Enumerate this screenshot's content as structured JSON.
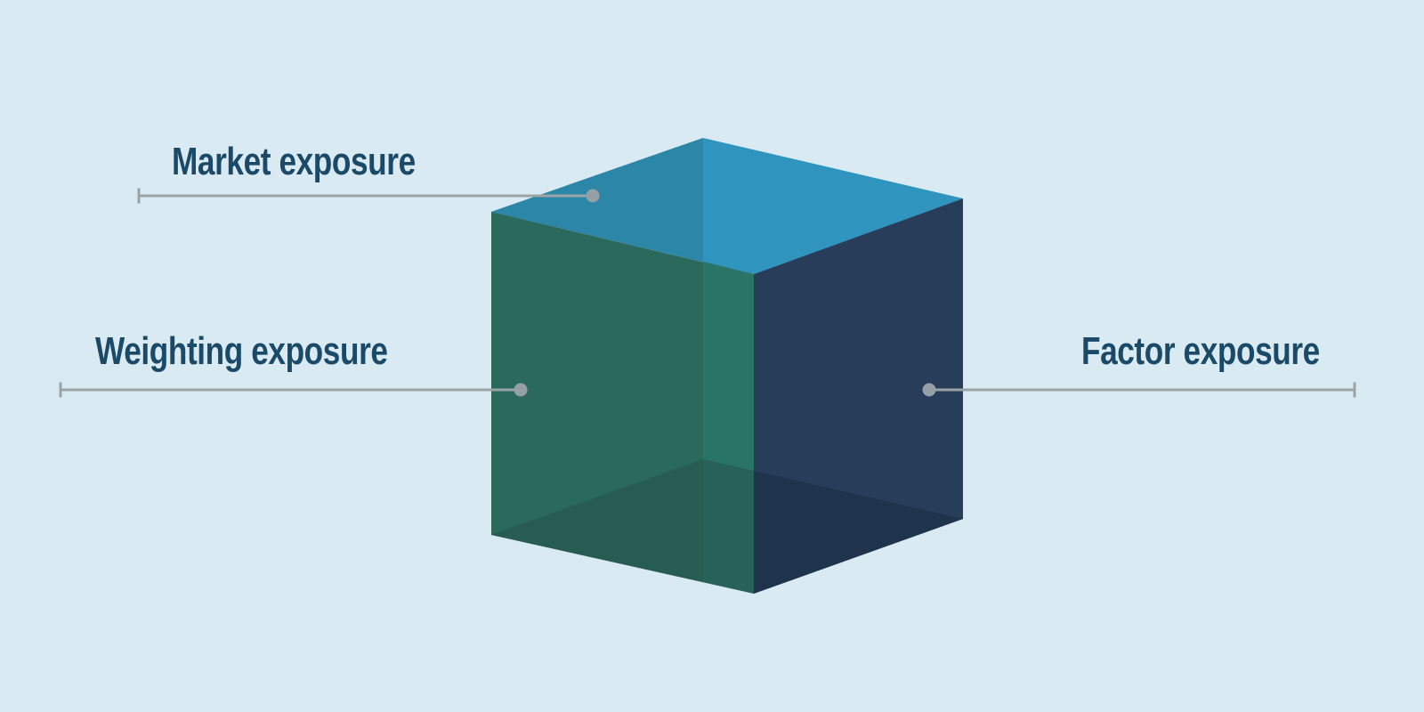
{
  "colors": {
    "background": "#d9eaf2",
    "label_text": "#1b4a68",
    "leader_line": "#9aa4a6",
    "leader_dot": "#94a0a6"
  },
  "labels": {
    "market": "Market exposure",
    "weighting": "Weighting exposure",
    "factor": "Factor exposure"
  },
  "cube": {
    "faces": {
      "top_left": "#2b86a8",
      "top_right": "#2f94be",
      "left_dark": "#2b695d",
      "left_light": "#297467",
      "left_bottom_dark": "#265c52",
      "left_bottom_light": "#27615a",
      "right": "#273d59",
      "right_bottom": "#1f344c"
    }
  }
}
